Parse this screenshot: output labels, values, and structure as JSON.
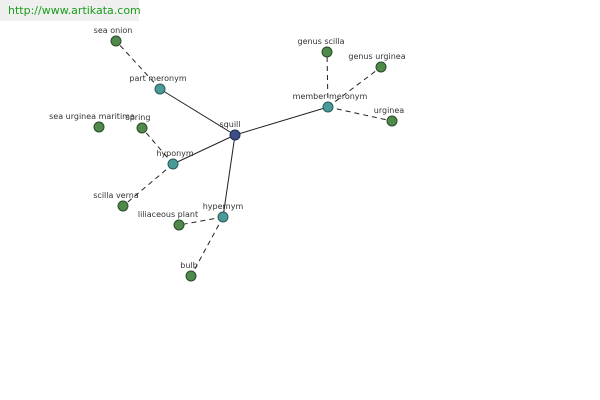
{
  "header": {
    "url": "http://www.artikata.com"
  },
  "colors": {
    "center": "#3c4e86",
    "relation": "#4a9a9a",
    "leaf": "#4f8a4a"
  },
  "graph": {
    "center": {
      "label": "squill"
    },
    "relations": {
      "part_meronym": "part meronym",
      "member_meronym": "member meronym",
      "hyponym": "hyponym",
      "hypernym": "hypernym"
    },
    "leaves": {
      "sea_onion": "sea onion",
      "sea_urginea_maritima": "sea urginea maritima",
      "spring": "spring",
      "scilla_verna": "scilla verna",
      "genus_scilla": "genus scilla",
      "genus_urginea": "genus urginea",
      "urginea": "urginea",
      "liliaceous_plant": "liliaceous plant",
      "bulb": "bulb"
    }
  }
}
